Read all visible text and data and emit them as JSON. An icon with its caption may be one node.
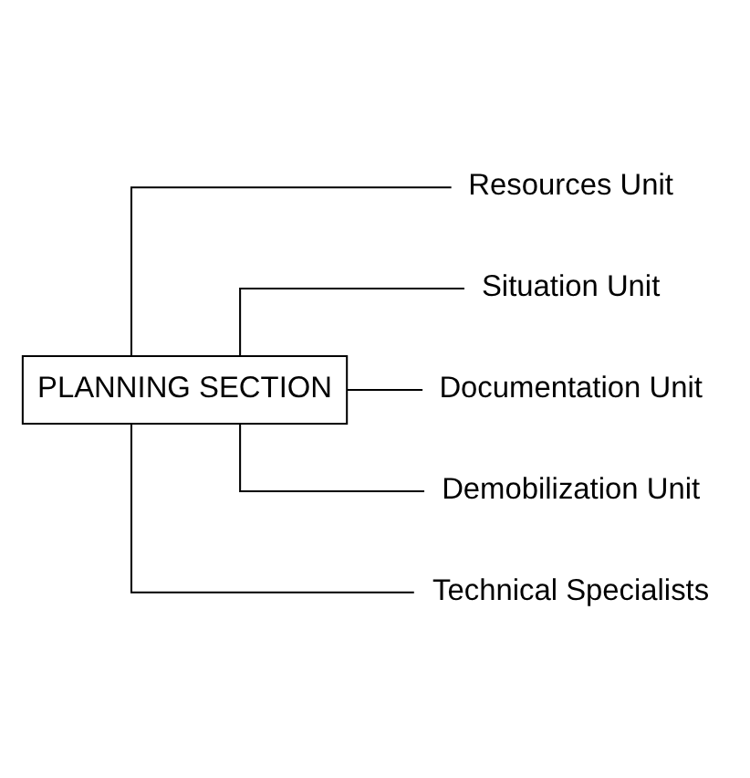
{
  "diagram": {
    "nodes": [
      {
        "text": [
          "PLANNING SECTION"
        ]
      },
      {
        "text": [
          "Resources Unit"
        ]
      },
      {
        "text": [
          "Situation Unit"
        ]
      },
      {
        "text": [
          "Documentation Unit"
        ]
      },
      {
        "text": [
          "Demobilization Unit"
        ]
      },
      {
        "text": [
          "Technical Specialists"
        ]
      }
    ],
    "edges": [
      {
        "from": 0,
        "to": 1,
        "arrow": "none"
      },
      {
        "from": 0,
        "to": 2,
        "arrow": "none"
      },
      {
        "from": 0,
        "to": 3,
        "arrow": "none"
      },
      {
        "from": 0,
        "to": 4,
        "arrow": "none"
      },
      {
        "from": 0,
        "to": 5,
        "arrow": "none"
      }
    ]
  }
}
